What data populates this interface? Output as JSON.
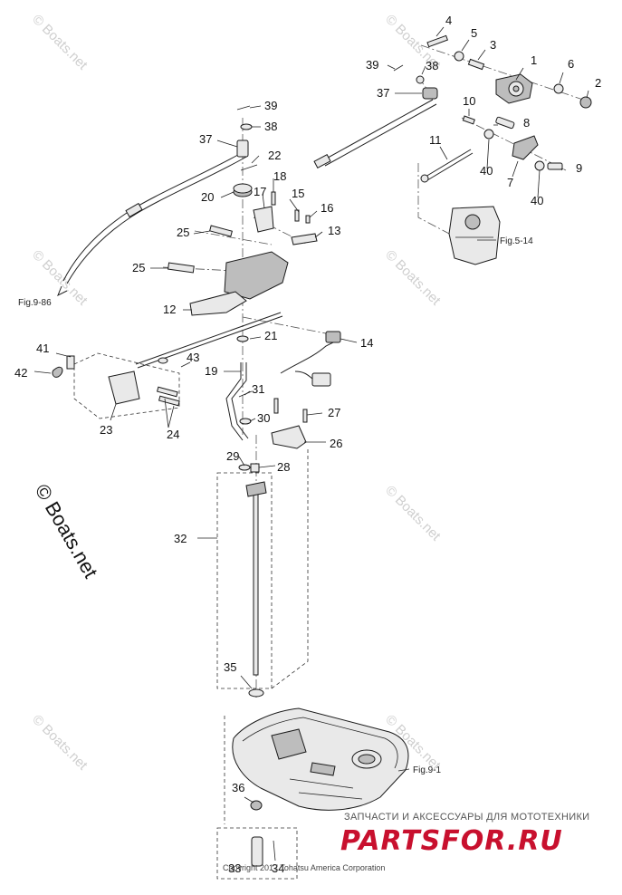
{
  "callouts": [
    "1",
    "2",
    "3",
    "4",
    "5",
    "6",
    "7",
    "8",
    "9",
    "10",
    "11",
    "12",
    "13",
    "14",
    "15",
    "16",
    "17",
    "18",
    "19",
    "20",
    "21",
    "22",
    "23",
    "24",
    "25",
    "25",
    "26",
    "27",
    "28",
    "29",
    "30",
    "31",
    "32",
    "33",
    "34",
    "35",
    "36",
    "37",
    "37",
    "38",
    "38",
    "39",
    "39",
    "40",
    "40",
    "41",
    "42",
    "43"
  ],
  "references": {
    "fig_9_86": "Fig.9-86",
    "fig_5_14": "Fig.5-14",
    "fig_9_1": "Fig.9-1"
  },
  "watermark": {
    "text": "© Boats.net",
    "large_text": "© Boats.net"
  },
  "banner": {
    "subtitle": "ЗАПЧАСТИ И АКСЕССУАРЫ ДЛЯ МОТОТЕХНИКИ",
    "logo": "PARTSFOR.RU"
  },
  "copyright": "Copyright 2017 Tohatsu America Corporation"
}
